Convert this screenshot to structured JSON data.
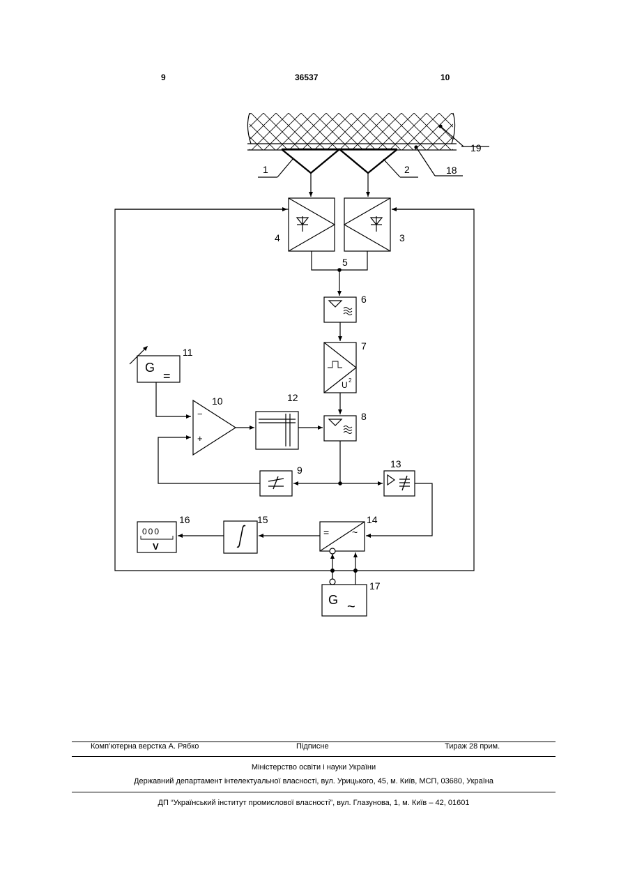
{
  "header": {
    "page_left": "9",
    "patent_number": "36537",
    "page_right": "10"
  },
  "diagram": {
    "labels": {
      "l1": "1",
      "l2": "2",
      "l3": "3",
      "l4": "4",
      "l5": "5",
      "l6": "6",
      "l7": "7",
      "l8": "8",
      "l9": "9",
      "l10": "10",
      "l11": "11",
      "l12": "12",
      "l13": "13",
      "l14": "14",
      "l15": "15",
      "l16": "16",
      "l17": "17",
      "l18": "18",
      "l19": "19"
    },
    "symbols": {
      "g_dc": "G",
      "g_ac": "G",
      "minus": "−",
      "plus": "+",
      "u2": "U",
      "u2_exp": "2",
      "meter_digits": "000",
      "meter_unit": "V",
      "conv_eq": "=",
      "conv_ac": "~",
      "ac": "~",
      "dc": "="
    }
  },
  "footer": {
    "typesetter": "Комп’ютерна верстка А. Рябко",
    "signed": "Підписне",
    "circulation": "Тираж 28 прим.",
    "ministry": "Міністерство освіти і науки України",
    "department": "Державний департамент інтелектуальної власності, вул. Урицького, 45, м. Київ, МСП, 03680, Україна",
    "institute": "ДП “Український інститут промислової власності”, вул. Глазунова, 1, м. Київ – 42, 01601"
  }
}
